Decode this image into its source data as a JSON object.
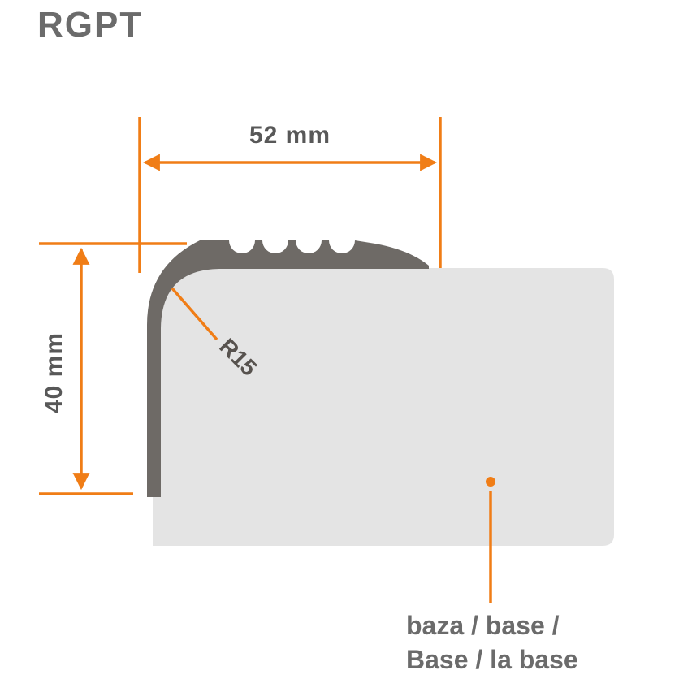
{
  "title": "RGPT",
  "dimensions": {
    "width_label": "52 mm",
    "height_label": "40 mm",
    "radius_label": "R15"
  },
  "labels": {
    "base_line1": "baza / base /",
    "base_line2": "Base / la base"
  },
  "colors": {
    "accent": "#F07D16",
    "profile": "#6E6A66",
    "base": "#E4E4E4",
    "text": "#6B6B6B",
    "text_dark": "#585858"
  }
}
